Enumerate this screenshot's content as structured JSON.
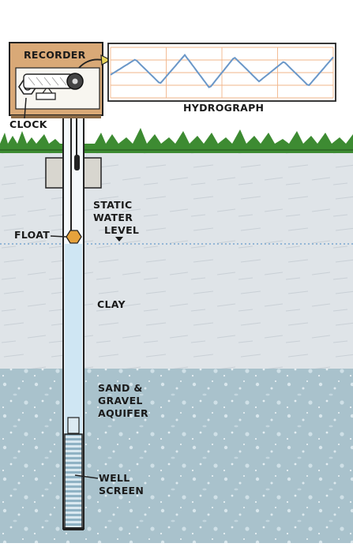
{
  "labels": {
    "recorder": "Recorder",
    "hydrograph": "Hydrograph",
    "clock": "Clock",
    "static_water_level": [
      "Static",
      "Water",
      "Level"
    ],
    "float": "Float",
    "clay": "Clay",
    "aquifer": [
      "Sand &",
      "Gravel",
      "Aquifer"
    ],
    "well_screen": [
      "Well",
      "Screen"
    ]
  },
  "colors": {
    "sky": "#ffffff",
    "grass": "#3d8b32",
    "clay": "#dfe4e8",
    "aquifer": "#a9c2cc",
    "water": "#cfe6f3",
    "recorder_box": "#d9a977",
    "float": "#e6a23c",
    "hydrograph_line": "#6a97c8",
    "hydrograph_grid": "#f2b58a",
    "water_level_line": "#7aa7cf"
  },
  "hydrograph": {
    "samples": [
      0.55,
      0.2,
      0.75,
      0.1,
      0.85,
      0.15,
      0.7,
      0.25,
      0.8,
      0.15
    ]
  }
}
